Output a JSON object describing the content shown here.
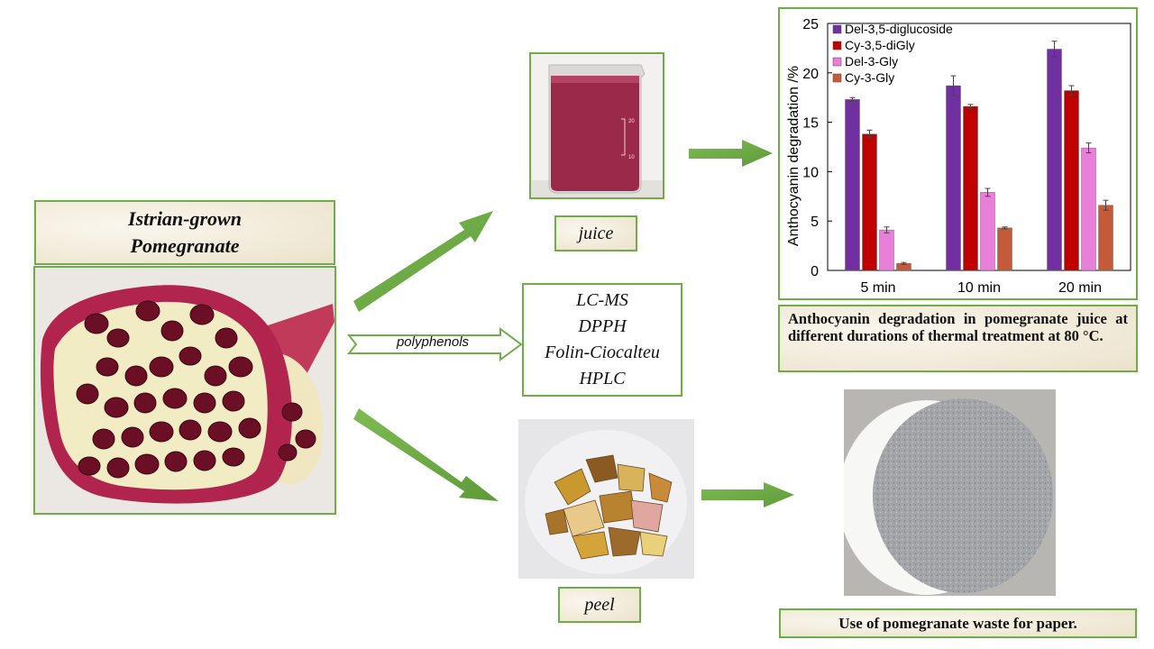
{
  "pomegranate": {
    "title_line1": "Istrian-grown",
    "title_line2": "Pomegranate"
  },
  "juice": {
    "label": "juice",
    "beaker_marks": [
      "20",
      "10"
    ]
  },
  "polyphenols": {
    "label": "polyphenols"
  },
  "methods": [
    "LC-MS",
    "DPPH",
    "Folin-Ciocalteu",
    "HPLC"
  ],
  "peel": {
    "label": "peel"
  },
  "captions": {
    "chart": "Anthocyanin degradation in pomegranate juice at different durations of thermal treatment at 80 °C.",
    "paper": "Use of pomegranate waste for paper."
  },
  "colors": {
    "frame_green": "#70ad47",
    "arrow_green": "#70ad47",
    "parchment": "#f3ecd9"
  },
  "chart_data": {
    "type": "bar",
    "ylabel": "Anthocyanin degradation  /%",
    "categories": [
      "5 min",
      "10 min",
      "20 min"
    ],
    "ylim": [
      0,
      25
    ],
    "yticks": [
      0,
      5,
      10,
      15,
      20,
      25
    ],
    "legend_position": "top-left",
    "series": [
      {
        "name": "Del-3,5-diglucoside",
        "color": "#7030a0",
        "values": [
          17.3,
          18.7,
          22.4
        ],
        "errors": [
          0.2,
          1.0,
          0.8
        ]
      },
      {
        "name": "Cy-3,5-diGly",
        "color": "#c00000",
        "values": [
          13.8,
          16.6,
          18.2
        ],
        "errors": [
          0.4,
          0.2,
          0.5
        ]
      },
      {
        "name": "Del-3-Gly",
        "color": "#e87fd8",
        "values": [
          4.1,
          7.9,
          12.4
        ],
        "errors": [
          0.3,
          0.4,
          0.5
        ]
      },
      {
        "name": "Cy-3-Gly",
        "color": "#c55a3b",
        "values": [
          0.7,
          4.3,
          6.6
        ],
        "errors": [
          0.1,
          0.1,
          0.5
        ]
      }
    ]
  }
}
